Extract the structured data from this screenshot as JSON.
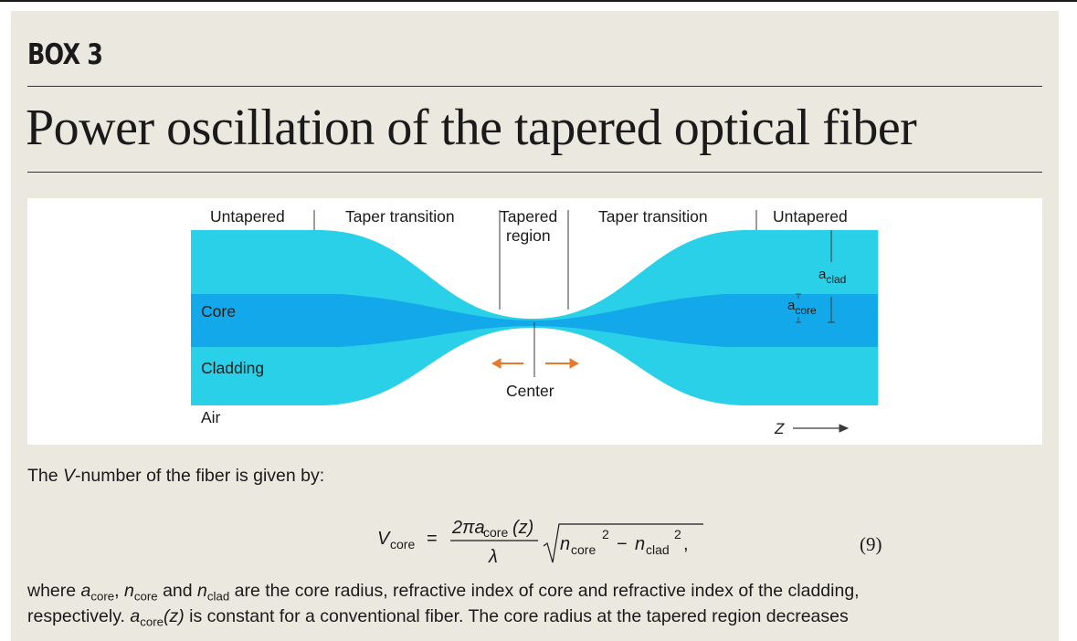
{
  "box": {
    "label": "BOX 3",
    "title": "Power oscillation of the tapered optical fiber"
  },
  "figure": {
    "labels": {
      "untapered_left": "Untapered",
      "taper_left": "Taper transition",
      "tapered_1": "Tapered",
      "tapered_2": "region",
      "taper_right": "Taper transition",
      "untapered_right": "Untapered",
      "core": "Core",
      "cladding": "Cladding",
      "air": "Air",
      "center": "Center",
      "a_clad": "a",
      "a_clad_sub": "clad",
      "a_core": "a",
      "a_core_sub": "core",
      "z": "Z"
    },
    "colors": {
      "cladding": "#29d0e8",
      "core": "#12a8ea",
      "arrow": "#e8792b",
      "line": "#3a3a3a"
    }
  },
  "text": {
    "intro_pre": "The ",
    "intro_v": "V",
    "intro_post": "-number of the fiber is given by:",
    "eq_number": "(9)",
    "where_1": "where ",
    "where_a": "a",
    "where_sub_core1": "core",
    "where_sep1": ", ",
    "where_n": "n",
    "where_sub_core2": "core",
    "where_and": " and ",
    "where_n2": "n",
    "where_sub_clad": "clad",
    "where_rest": " are the core radius, refractive index of core and refractive index of the cladding,",
    "line2_pre": "respectively. ",
    "line2_a": "a",
    "line2_sub": "core",
    "line2_z": "(z)",
    "line2_rest": " is constant for a conventional fiber. The core radius at the tapered region decreases"
  },
  "equation": {
    "lhs": "V",
    "lhs_sub": "core",
    "equals": "=",
    "num_pre": "2πa",
    "num_sub": "core",
    "num_post": "(z)",
    "den": "λ",
    "n1": "n",
    "n1_sub": "core",
    "sq": "2",
    "minus": "−",
    "n2": "n",
    "n2_sub": "clad",
    "comma": ","
  }
}
